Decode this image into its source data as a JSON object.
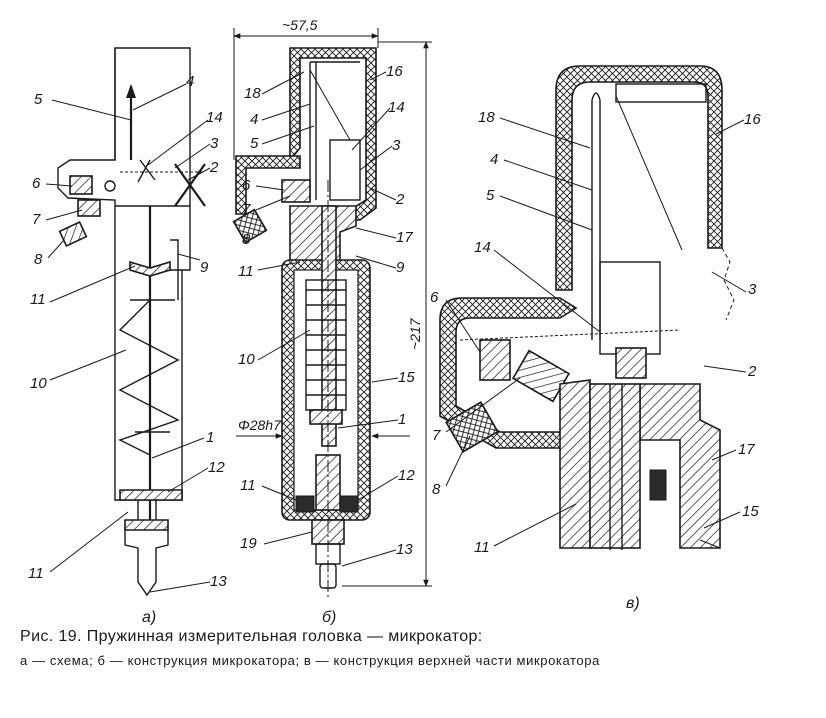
{
  "caption": {
    "title": "Рис. 19. Пружинная измерительная головка — микрокатор:",
    "text": "а — схема; б — конструкция микрокатора; в — конструкция верхней части микрокатора"
  },
  "dimensions": {
    "width": "~57,5",
    "height": "~217",
    "diameter": "Φ28h7"
  },
  "sublabels": {
    "a": "а)",
    "b": "б)",
    "c": "в)"
  },
  "labels": {
    "a": [
      "5",
      "4",
      "14",
      "3",
      "2",
      "6",
      "7",
      "8",
      "9",
      "11",
      "10",
      "1",
      "12",
      "11",
      "13"
    ],
    "b": [
      "18",
      "4",
      "5",
      "6",
      "7",
      "8",
      "11",
      "10",
      "16",
      "14",
      "3",
      "2",
      "17",
      "9",
      "15",
      "1",
      "12",
      "11",
      "19",
      "13"
    ],
    "c": [
      "18",
      "4",
      "5",
      "14",
      "6",
      "7",
      "8",
      "11",
      "16",
      "3",
      "2",
      "17",
      "15"
    ]
  }
}
